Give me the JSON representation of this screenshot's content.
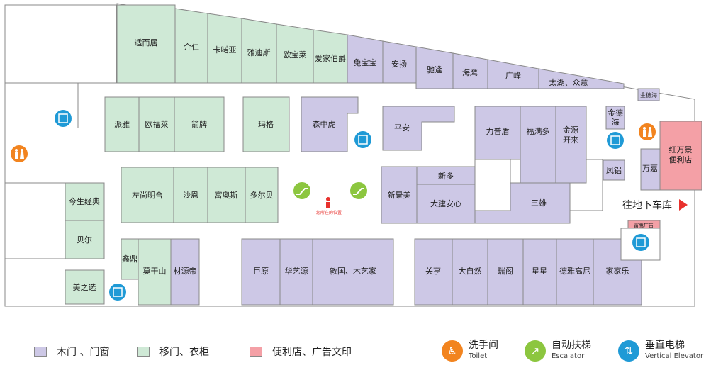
{
  "colors": {
    "wood_door": "#cdc8e6",
    "sliding_door": "#cfe9d6",
    "store": "#f4a0a6",
    "toilet": "#f2841f",
    "escalator": "#8cc63f",
    "elevator": "#1f9ad6",
    "you_are_here": "#e8312d"
  },
  "shops": {
    "shierju": "适而居",
    "jieren": "介仁",
    "kanuoya": "卡喏亚",
    "yadisi": "雅迪斯",
    "oubaolai": "欧宝莱",
    "aijiabojue": "爱家伯爵",
    "tubaobao": "兔宝宝",
    "anyang": "安扬",
    "chifeng": "驰逢",
    "haiying": "海鹰",
    "guangfeng": "广峰",
    "taihu": "太湖、众意",
    "jindehai_top": "金德海",
    "paiya": "派雅",
    "oufulai": "欧福莱",
    "jianpai": "箭牌",
    "mage": "玛格",
    "senzhonghu": "森中虎",
    "pingan": "平安",
    "lipudun": "力普盾",
    "fumanduo": "福满多",
    "jinyuan": "金源开来",
    "jindehai": "金德海",
    "fenglv": "凤铝",
    "wanjia": "万嘉",
    "hongwanjing": "红万景便利店",
    "zuoshang": "左尚明舍",
    "shaen": "沙恩",
    "fuaosi": "富奥斯",
    "duoerbei": "多尔贝",
    "xinduo": "新多",
    "xinjingmei": "新景美",
    "dajian": "大建安心",
    "sanxiong": "三雄",
    "jinsheng": "今生经典",
    "beier": "贝尔",
    "xinding": "鑫鼎",
    "moganshan": "莫干山",
    "caiyuandi": "材源帝",
    "juyuan": "巨原",
    "huayiyuan": "华艺源",
    "dunguo": "敦国、木艺家",
    "guanheng": "关亨",
    "daziran": "大自然",
    "ruige": "瑞阁",
    "xingxing": "星星",
    "deya": "德雅高尼",
    "jiajiale": "家家乐",
    "meizhixuan": "美之选",
    "ad": "富鹰广告"
  },
  "you_are_here": "您所在的位置",
  "garage": "往地下车库",
  "legend": {
    "wood": "木门 、门窗",
    "sliding": "移门、衣柜",
    "store": "便利店、广告文印",
    "toilet_zh": "洗手间",
    "toilet_en": "Toilet",
    "escalator_zh": "自动扶梯",
    "escalator_en": "Escalator",
    "elevator_zh": "垂直电梯",
    "elevator_en": "Vertical Elevator"
  },
  "icons": {
    "toilet": "toilet-icon",
    "escalator": "escalator-icon",
    "elevator": "elevator-icon",
    "person": "person-icon",
    "arrow": "arrow-right-icon"
  }
}
